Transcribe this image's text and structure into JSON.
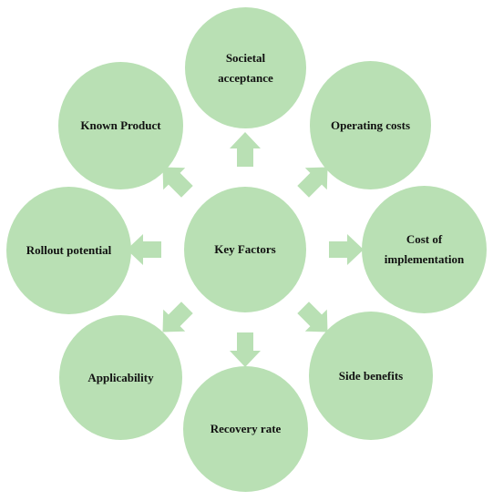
{
  "colors": {
    "fill": "#b9e0b4",
    "text": "#111111",
    "background": "#ffffff"
  },
  "center": {
    "label": "Key Factors"
  },
  "factors": [
    {
      "label": "Societal acceptance"
    },
    {
      "label": "Operating costs"
    },
    {
      "label": "Cost of implementation"
    },
    {
      "label": "Side benefits"
    },
    {
      "label": "Recovery rate"
    },
    {
      "label": "Applicability"
    },
    {
      "label": "Rollout potential"
    },
    {
      "label": "Known Product"
    }
  ]
}
